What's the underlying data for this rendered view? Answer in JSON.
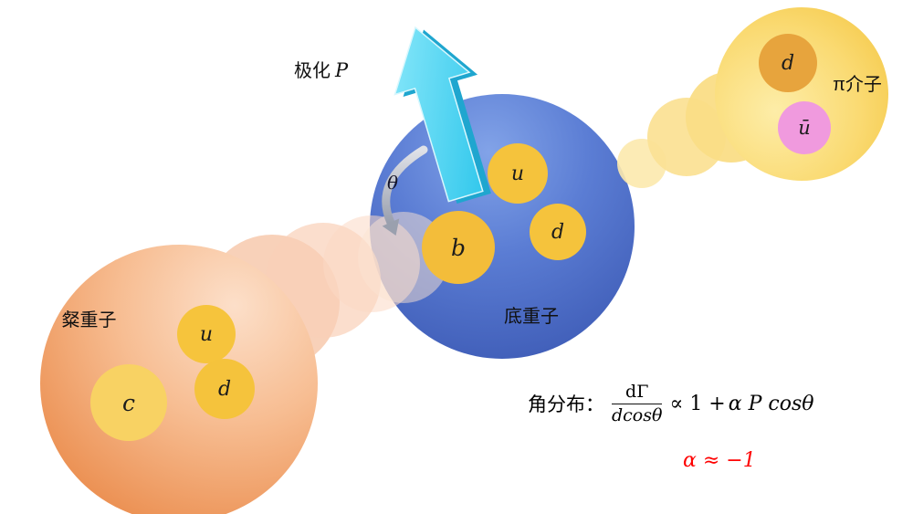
{
  "diagram": {
    "charm_baryon": {
      "label": "粲重子",
      "quark_u": "u",
      "quark_c": "c",
      "quark_d": "d"
    },
    "bottom_baryon": {
      "label": "底重子",
      "quark_b": "b",
      "quark_u": "u",
      "quark_d": "d"
    },
    "pi_meson": {
      "label": "π介子",
      "quark_d": "d",
      "quark_ubar": "ū"
    },
    "polarization": {
      "prefix": "极化",
      "symbol": "P"
    },
    "theta": "θ",
    "formula": {
      "label": "角分布：",
      "fraction_numerator": "dΓ",
      "fraction_denominator": "dcosθ",
      "relation_prefix": "∝ 1 +",
      "relation_math": "α P cosθ",
      "alpha_value": "α ≈ −1"
    },
    "colors": {
      "bottom_baryon_blue": "#4565c0",
      "charm_baryon_orange": "#ec9255",
      "pi_meson_yellow": "#f7d160",
      "quark_yellow": "#f5c33c",
      "quark_light_yellow": "#f8d263",
      "quark_orange": "#e7a43d",
      "quark_pink": "#f09ade",
      "polarization_arrow_cyan": "#45d2f1",
      "theta_arrow_gray": "#9aa0ae",
      "alpha_red": "#fe0000"
    }
  }
}
